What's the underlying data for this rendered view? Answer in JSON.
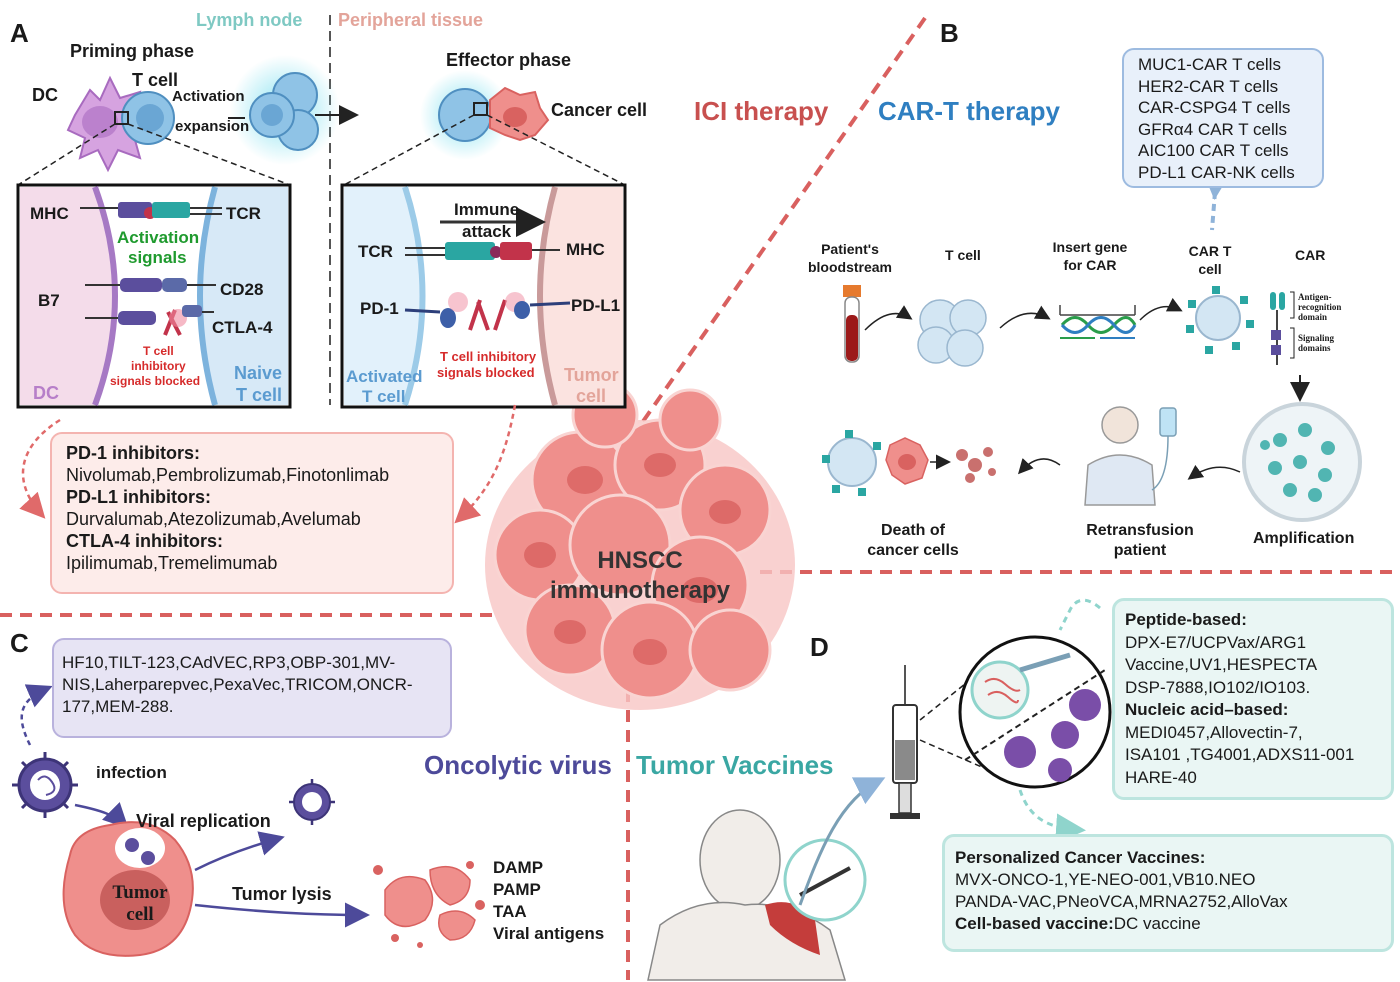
{
  "colors": {
    "ici_red": "#c8504f",
    "cart_blue": "#2f7fc1",
    "oncolytic_purple": "#4d4a9a",
    "vaccine_teal": "#3aa7a3",
    "divider": "#d9605f",
    "activation_green": "#1f9a2e",
    "inhibit_red": "#d62b2b"
  },
  "center": {
    "line1": "HNSCC",
    "line2": "immunotherapy"
  },
  "panels": {
    "A": {
      "label": "A",
      "lymph_node": "Lymph node",
      "peripheral_tissue": "Peripheral tissue",
      "priming_phase": "Priming phase",
      "effector_phase": "Effector phase",
      "dc": "DC",
      "t_cell": "T cell",
      "activation": "Activation",
      "expansion": "expansion",
      "cancer_cell": "Cancer cell",
      "left_inset": {
        "mhc": "MHC",
        "tcr": "TCR",
        "activation_signals_1": "Activation",
        "activation_signals_2": "signals",
        "b7": "B7",
        "cd28": "CD28",
        "ctla4": "CTLA-4",
        "blocked_1": "T cell",
        "blocked_2": "inhibitory",
        "blocked_3": "signals blocked",
        "dc": "DC",
        "naive_1": "Naive",
        "naive_2": "T cell"
      },
      "right_inset": {
        "immune_1": "Immune",
        "immune_2": "attack",
        "tcr": "TCR",
        "mhc": "MHC",
        "pd1": "PD-1",
        "pdl1": "PD-L1",
        "blocked_1": "T cell inhibitory",
        "blocked_2": "signals blocked",
        "activated_1": "Activated",
        "activated_2": "T cell",
        "tumor_1": "Tumor",
        "tumor_2": "cell"
      },
      "inhibitors_box": [
        {
          "title": "PD-1 inhibitors:",
          "drugs": "Nivolumab,Pembrolizumab,Finotonlimab"
        },
        {
          "title": "PD-L1 inhibitors:",
          "drugs": "Durvalumab,Atezolizumab,Avelumab"
        },
        {
          "title": "CTLA-4 inhibitors:",
          "drugs": "Ipilimumab,Tremelimumab"
        }
      ],
      "therapy": "ICI therapy"
    },
    "B": {
      "label": "B",
      "therapy": "CAR-T therapy",
      "car_list": [
        "MUC1-CAR T cells",
        "HER2-CAR T cells",
        "CAR-CSPG4 T cells",
        "GFRα4 CAR T cells",
        "AIC100 CAR T cells",
        "PD-L1 CAR-NK cells"
      ],
      "steps": {
        "bloodstream_1": "Patient's",
        "bloodstream_2": "bloodstream",
        "t_cell": "T cell",
        "insert_1": "Insert gene",
        "insert_2": "for CAR",
        "car_t_1": "CAR T",
        "car_t_2": "cell",
        "car": "CAR",
        "antigen_1": "Antigen-",
        "antigen_2": "recognition",
        "antigen_3": "domain",
        "signal_1": "Signaling",
        "signal_2": "domains",
        "amplification": "Amplification",
        "retrans_1": "Retransfusion",
        "retrans_2": "patient",
        "death_1": "Death of",
        "death_2": "cancer cells"
      }
    },
    "C": {
      "label": "C",
      "therapy": "Oncolytic virus",
      "virus_list": "HF10,TILT-123,CAdVEC,RP3,OBP-301,MV-NIS,Laherparepvec,PexaVec,TRICOM,ONCR-177,MEM-288.",
      "infection": "infection",
      "viral_replication": "Viral replication",
      "tumor_1": "Tumor",
      "tumor_2": "cell",
      "tumor_lysis": "Tumor lysis",
      "release": [
        "DAMP",
        "PAMP",
        "TAA",
        "Viral antigens"
      ]
    },
    "D": {
      "label": "D",
      "therapy": "Tumor Vaccines",
      "peptide_title": "Peptide-based:",
      "peptide_lines": [
        "DPX-E7/UCPVax/ARG1",
        "Vaccine,UV1,HESPECTA",
        "DSP-7888,IO102/IO103."
      ],
      "nucleic_title": "Nucleic acid–based:",
      "nucleic_lines": [
        "MEDI0457,Allovectin-7,",
        "ISA101 ,TG4001,ADXS11-001",
        "HARE-40"
      ],
      "personalized_title": "Personalized Cancer Vaccines:",
      "personalized_lines": [
        "MVX-ONCO-1,YE-NEO-001,VB10.NEO",
        "PANDA-VAC,PNeoVCA,MRNA2752,AlloVax"
      ],
      "cell_based_title": "Cell-based vaccine:",
      "cell_based_value": "DC vaccine"
    }
  }
}
